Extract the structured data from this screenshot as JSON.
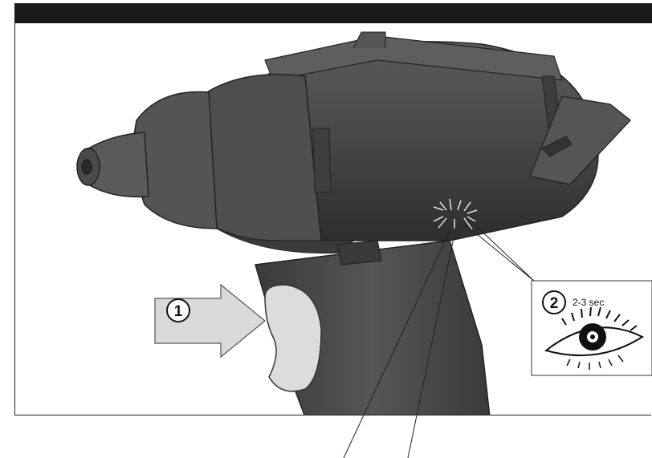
{
  "figure": {
    "step1": {
      "number": "1"
    },
    "step2": {
      "number": "2",
      "duration": "2-3 sec"
    }
  },
  "icons": [
    "arrow-icon",
    "eye-icon",
    "led-flash-icon"
  ],
  "colors": {
    "frame_bar": "#1a1a1a",
    "tool_body": "#4a4a4a",
    "trigger": "#dcdcdc",
    "arrow": "#d9d9d9"
  }
}
